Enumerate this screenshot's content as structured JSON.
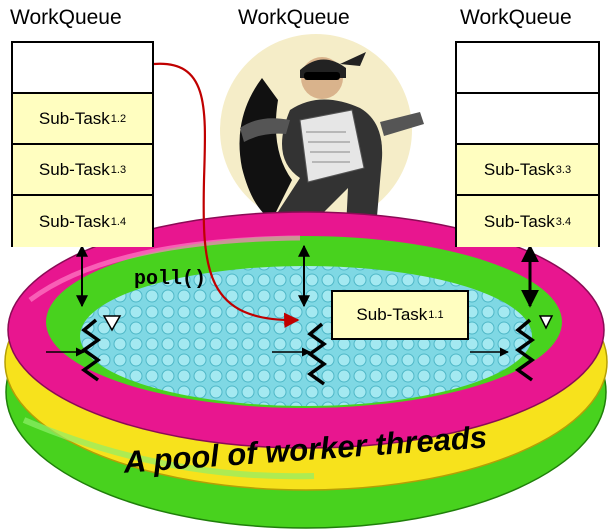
{
  "queues": [
    {
      "title": "WorkQueue",
      "slots": [
        "",
        "1.2",
        "1.3",
        "1.4"
      ]
    },
    {
      "title": "WorkQueue"
    },
    {
      "title": "WorkQueue",
      "slots": [
        "",
        "",
        "3.3",
        "3.4"
      ]
    }
  ],
  "task_label": "Sub-Task",
  "poll_label": "poll()",
  "active_task": {
    "label": "Sub-Task",
    "index": "1.1"
  },
  "pool_caption": "A pool of worker threads",
  "colors": {
    "task_fill": "#fffec0",
    "arrow_red": "#c00000",
    "pool_pink": "#e8168f",
    "pool_yellow": "#f7e21c",
    "pool_green": "#48d21e",
    "water": "#7fd8e4"
  },
  "icons": [
    "thief-figure",
    "worker-thread-spring"
  ]
}
